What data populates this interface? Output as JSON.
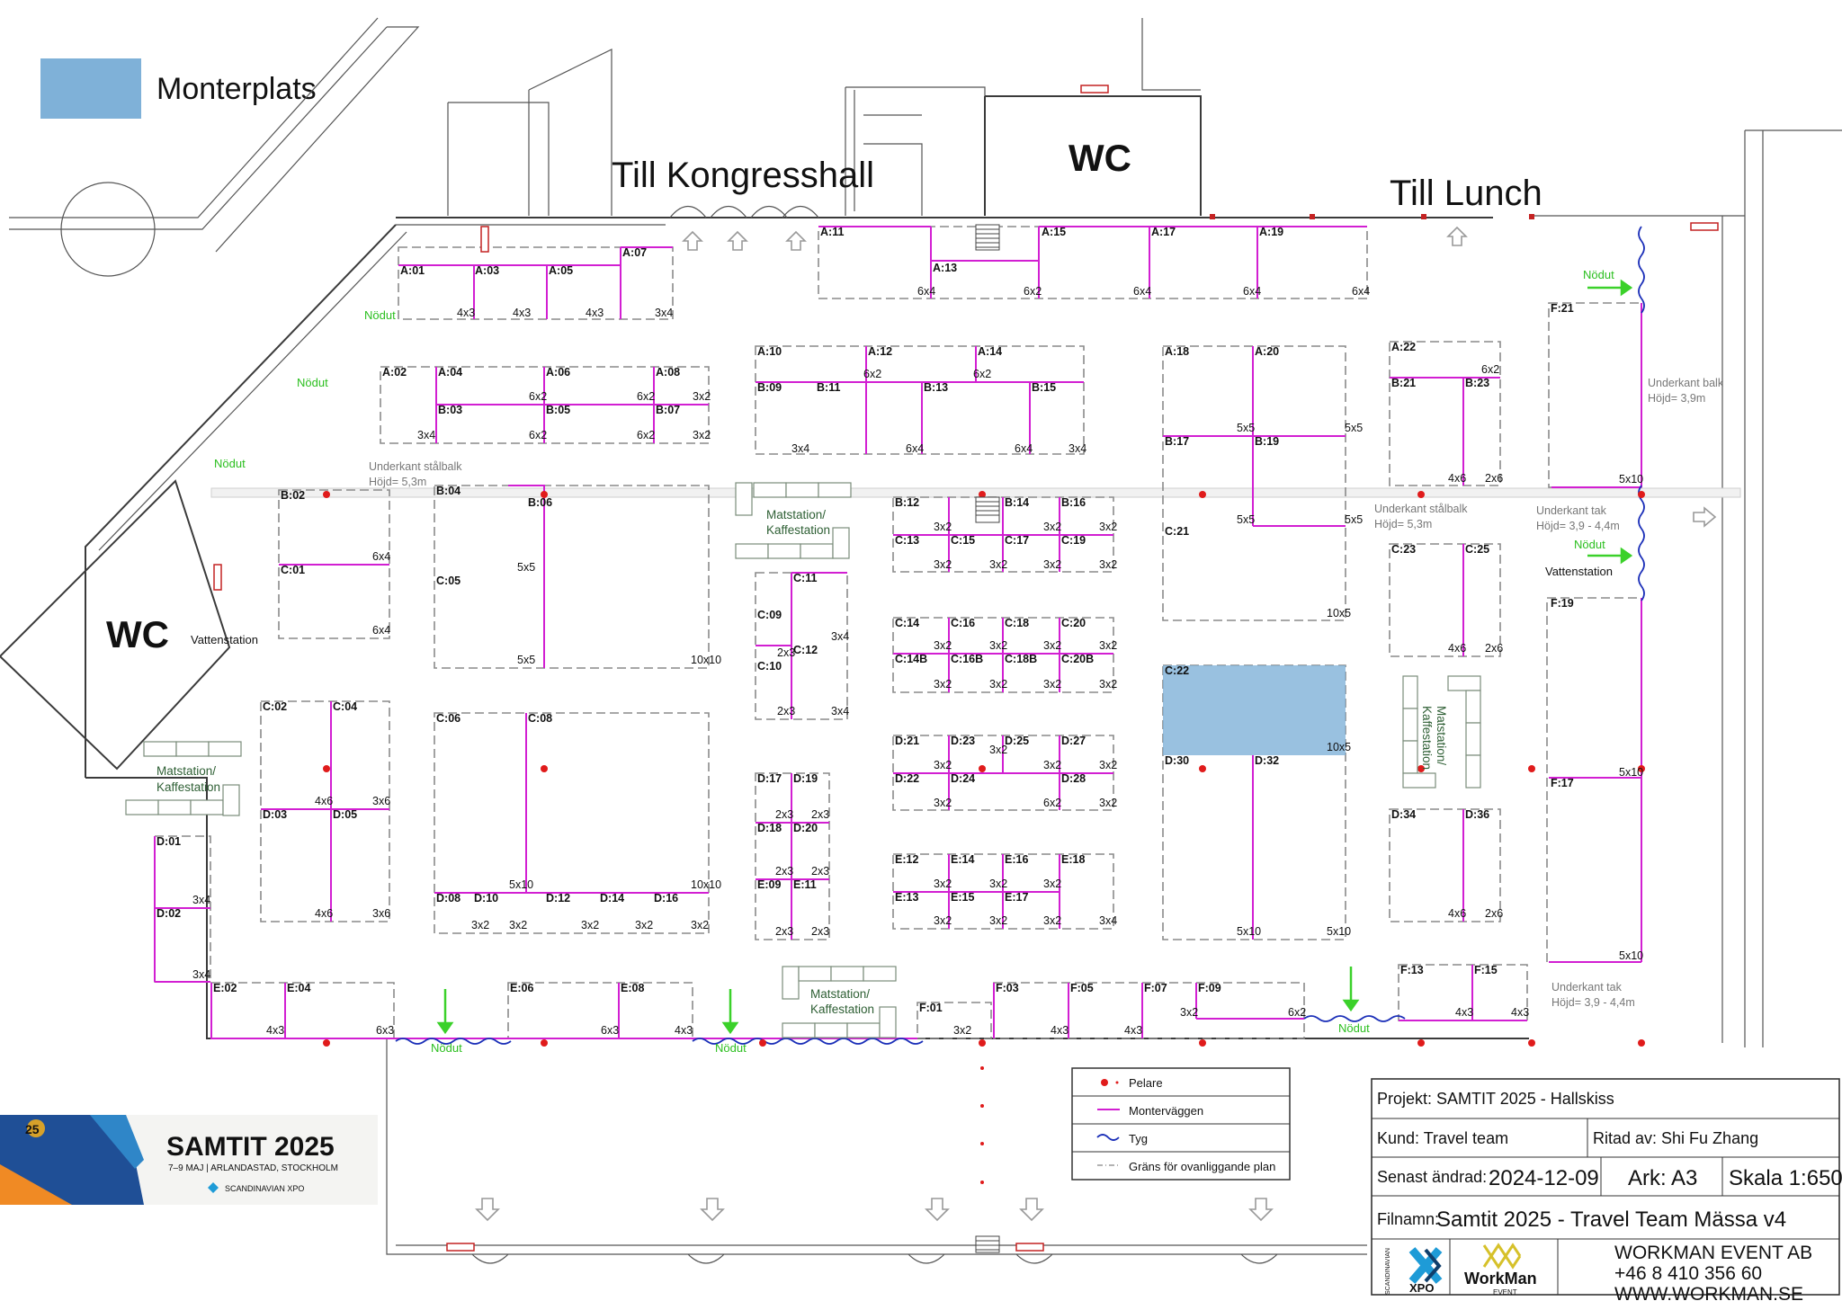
{
  "legend_top": {
    "swatch_color": "#7fb1d8",
    "label": "Monterplats"
  },
  "labels": {
    "till_kongresshall": "Till Kongresshall",
    "till_lunch": "Till Lunch",
    "wc": "WC",
    "nodut": "Nödut",
    "vattenstation": "Vattenstation",
    "matstation_1": "Matstation/",
    "matstation_2": "Kaffestation",
    "underkant_stalbalk": "Underkant stålbalk",
    "hojd_53": "Höjd= 5,3m",
    "underkant_balk": "Underkant balk",
    "hojd_39": "Höjd= 3,9m",
    "underkant_tak": "Underkant tak",
    "hojd_tak": "Höjd= 3,9 - 4,4m"
  },
  "booths": [
    {
      "id": "A:01",
      "size": "4x3"
    },
    {
      "id": "A:03",
      "size": "4x3"
    },
    {
      "id": "A:05",
      "size": "4x3"
    },
    {
      "id": "A:07",
      "size": "3x4"
    },
    {
      "id": "A:02",
      "size": "3x4"
    },
    {
      "id": "A:04",
      "size": "6x2"
    },
    {
      "id": "B:03",
      "size": "6x2"
    },
    {
      "id": "A:06",
      "size": "6x2"
    },
    {
      "id": "B:05",
      "size": "6x2"
    },
    {
      "id": "A:08",
      "size": "3x2"
    },
    {
      "id": "B:07",
      "size": "3x2"
    },
    {
      "id": "A:10",
      "size": "3x4"
    },
    {
      "id": "A:12",
      "size": "6x2"
    },
    {
      "id": "B:09",
      "size": ""
    },
    {
      "id": "B:11",
      "size": "6x4"
    },
    {
      "id": "A:14",
      "size": "6x2"
    },
    {
      "id": "B:13",
      "size": "6x4"
    },
    {
      "id": "B:15",
      "size": "3x4"
    },
    {
      "id": "A:11",
      "size": "6x4"
    },
    {
      "id": "A:13",
      "size": "6x2"
    },
    {
      "id": "A:15",
      "size": "6x4"
    },
    {
      "id": "A:17",
      "size": "6x4"
    },
    {
      "id": "A:19",
      "size": "6x4"
    },
    {
      "id": "A:18",
      "size": "5x5"
    },
    {
      "id": "A:20",
      "size": "5x5"
    },
    {
      "id": "B:17",
      "size": "5x5"
    },
    {
      "id": "B:19",
      "size": "5x5"
    },
    {
      "id": "C:21",
      "size": "10x5"
    },
    {
      "id": "A:22",
      "size": "6x2"
    },
    {
      "id": "B:21",
      "size": "4x6"
    },
    {
      "id": "B:23",
      "size": "2x6"
    },
    {
      "id": "B:02",
      "size": "6x4"
    },
    {
      "id": "C:01",
      "size": "6x4"
    },
    {
      "id": "B:04",
      "size": "5x5"
    },
    {
      "id": "B:06",
      "size": "10x10"
    },
    {
      "id": "C:05",
      "size": "5x5"
    },
    {
      "id": "B:12",
      "size": "3x2"
    },
    {
      "id": "B:14",
      "size": "3x2"
    },
    {
      "id": "B:16",
      "size": "3x2"
    },
    {
      "id": "C:13",
      "size": "3x2"
    },
    {
      "id": "C:15",
      "size": "3x2"
    },
    {
      "id": "C:17",
      "size": "3x2"
    },
    {
      "id": "C:19",
      "size": "3x2"
    },
    {
      "id": "C:11",
      "size": "3x4"
    },
    {
      "id": "C:09",
      "size": "2x3"
    },
    {
      "id": "C:12",
      "size": "3x4"
    },
    {
      "id": "C:10",
      "size": "2x3"
    },
    {
      "id": "C:14",
      "size": "3x2"
    },
    {
      "id": "C:16",
      "size": "3x2"
    },
    {
      "id": "C:18",
      "size": "3x2"
    },
    {
      "id": "C:20",
      "size": "3x2"
    },
    {
      "id": "C:14B",
      "size": "3x2"
    },
    {
      "id": "C:16B",
      "size": "3x2"
    },
    {
      "id": "C:18B",
      "size": "3x2"
    },
    {
      "id": "C:20B",
      "size": "3x2"
    },
    {
      "id": "C:23",
      "size": "4x6"
    },
    {
      "id": "C:25",
      "size": "2x6"
    },
    {
      "id": "C:22",
      "size": "10x5"
    },
    {
      "id": "D:30",
      "size": "5x10"
    },
    {
      "id": "D:32",
      "size": "5x10"
    },
    {
      "id": "C:02",
      "size": "4x6"
    },
    {
      "id": "C:04",
      "size": "3x6"
    },
    {
      "id": "D:03",
      "size": "4x6"
    },
    {
      "id": "D:05",
      "size": "3x6"
    },
    {
      "id": "C:06",
      "size": "5x10"
    },
    {
      "id": "C:08",
      "size": "10x10"
    },
    {
      "id": "D:08",
      "size": "3x2"
    },
    {
      "id": "D:10",
      "size": "3x2"
    },
    {
      "id": "D:12",
      "size": "3x2"
    },
    {
      "id": "D:14",
      "size": "3x2"
    },
    {
      "id": "D:16",
      "size": "3x2"
    },
    {
      "id": "D:17",
      "size": "2x3"
    },
    {
      "id": "D:19",
      "size": "2x3"
    },
    {
      "id": "D:18",
      "size": "2x3"
    },
    {
      "id": "D:20",
      "size": "2x3"
    },
    {
      "id": "E:09",
      "size": "2x3"
    },
    {
      "id": "E:11",
      "size": "2x3"
    },
    {
      "id": "D:21",
      "size": "3x2"
    },
    {
      "id": "D:23",
      "size": "3x2"
    },
    {
      "id": "D:25",
      "size": "3x2"
    },
    {
      "id": "D:27",
      "size": "3x2"
    },
    {
      "id": "D:22",
      "size": "3x2"
    },
    {
      "id": "D:24",
      "size": "6x2"
    },
    {
      "id": "D:28",
      "size": "3x2"
    },
    {
      "id": "E:12",
      "size": "3x2"
    },
    {
      "id": "E:14",
      "size": "3x2"
    },
    {
      "id": "E:16",
      "size": "3x2"
    },
    {
      "id": "E:18",
      "size": "3x4"
    },
    {
      "id": "E:13",
      "size": "3x2"
    },
    {
      "id": "E:15",
      "size": "3x2"
    },
    {
      "id": "E:17",
      "size": "3x2"
    },
    {
      "id": "D:34",
      "size": "4x6"
    },
    {
      "id": "D:36",
      "size": "2x6"
    },
    {
      "id": "D:01",
      "size": "3x4"
    },
    {
      "id": "D:02",
      "size": "3x4"
    },
    {
      "id": "E:02",
      "size": "4x3"
    },
    {
      "id": "E:04",
      "size": "6x3"
    },
    {
      "id": "E:06",
      "size": "6x3"
    },
    {
      "id": "E:08",
      "size": "4x3"
    },
    {
      "id": "F:01",
      "size": "3x2"
    },
    {
      "id": "F:03",
      "size": "4x3"
    },
    {
      "id": "F:05",
      "size": "4x3"
    },
    {
      "id": "F:07",
      "size": "3x2"
    },
    {
      "id": "F:09",
      "size": "6x2"
    },
    {
      "id": "F:13",
      "size": "4x3"
    },
    {
      "id": "F:15",
      "size": "4x3"
    },
    {
      "id": "F:21",
      "size": "5x10"
    },
    {
      "id": "F:19",
      "size": "5x10"
    },
    {
      "id": "F:17",
      "size": "5x10"
    }
  ],
  "legend_box": {
    "pelare": "Pelare",
    "montervagg": "Monterväggen",
    "tyg": "Tyg",
    "grans": "Gräns för ovanliggande plan"
  },
  "title_block": {
    "projekt": "Projekt: SAMTIT 2025 - Hallskiss",
    "kund": "Kund: Travel team",
    "ritad_av": "Ritad av: Shi Fu Zhang",
    "senast_andrad_label": "Senast ändrad:",
    "senast_andrad": "2024-12-09",
    "ark": "Ark: A3",
    "skala": "Skala 1:650",
    "filnamn_label": "Filnamn:",
    "filnamn": "Samtit 2025 - Travel Team Mässa v4",
    "company": "WORKMAN EVENT AB",
    "phone": "+46 8 410 356 60",
    "web": "WWW.WORKMAN.SE",
    "logo_xpo_side": "SCANDINAVIAN",
    "logo_xpo": "XPO",
    "logo_workman": "WorkMan",
    "logo_workman_sub": "EVENT"
  },
  "samtit_logo": {
    "title": "SAMTIT 2025",
    "subtitle": "7–9 MAJ  |  ARLANDASTAD, STOCKHOLM",
    "brand": "SCANDINAVIAN XPO",
    "badge": "25"
  }
}
